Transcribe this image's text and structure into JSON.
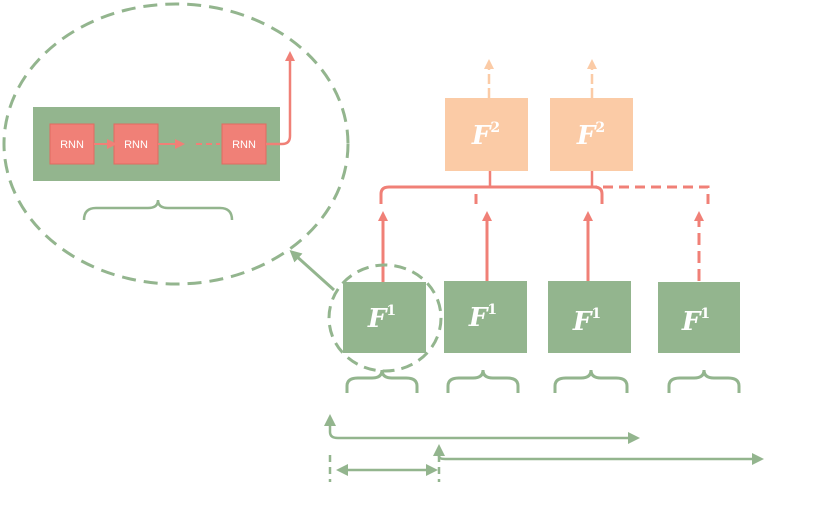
{
  "colors": {
    "green": "#93b58e",
    "green_dark": "#86a981",
    "red": "#f08077",
    "orange": "#fbcba6",
    "orange_arrow": "#fbcba6"
  },
  "rnn_block": {
    "cells": [
      "RNN",
      "RNN",
      "RNN"
    ]
  },
  "level1": {
    "boxes": [
      {
        "base": "F",
        "sup": "1"
      },
      {
        "base": "F",
        "sup": "1"
      },
      {
        "base": "F",
        "sup": "1"
      },
      {
        "base": "F",
        "sup": "1"
      }
    ]
  },
  "level2": {
    "boxes": [
      {
        "base": "F",
        "sup": "2"
      },
      {
        "base": "F",
        "sup": "2"
      }
    ]
  }
}
